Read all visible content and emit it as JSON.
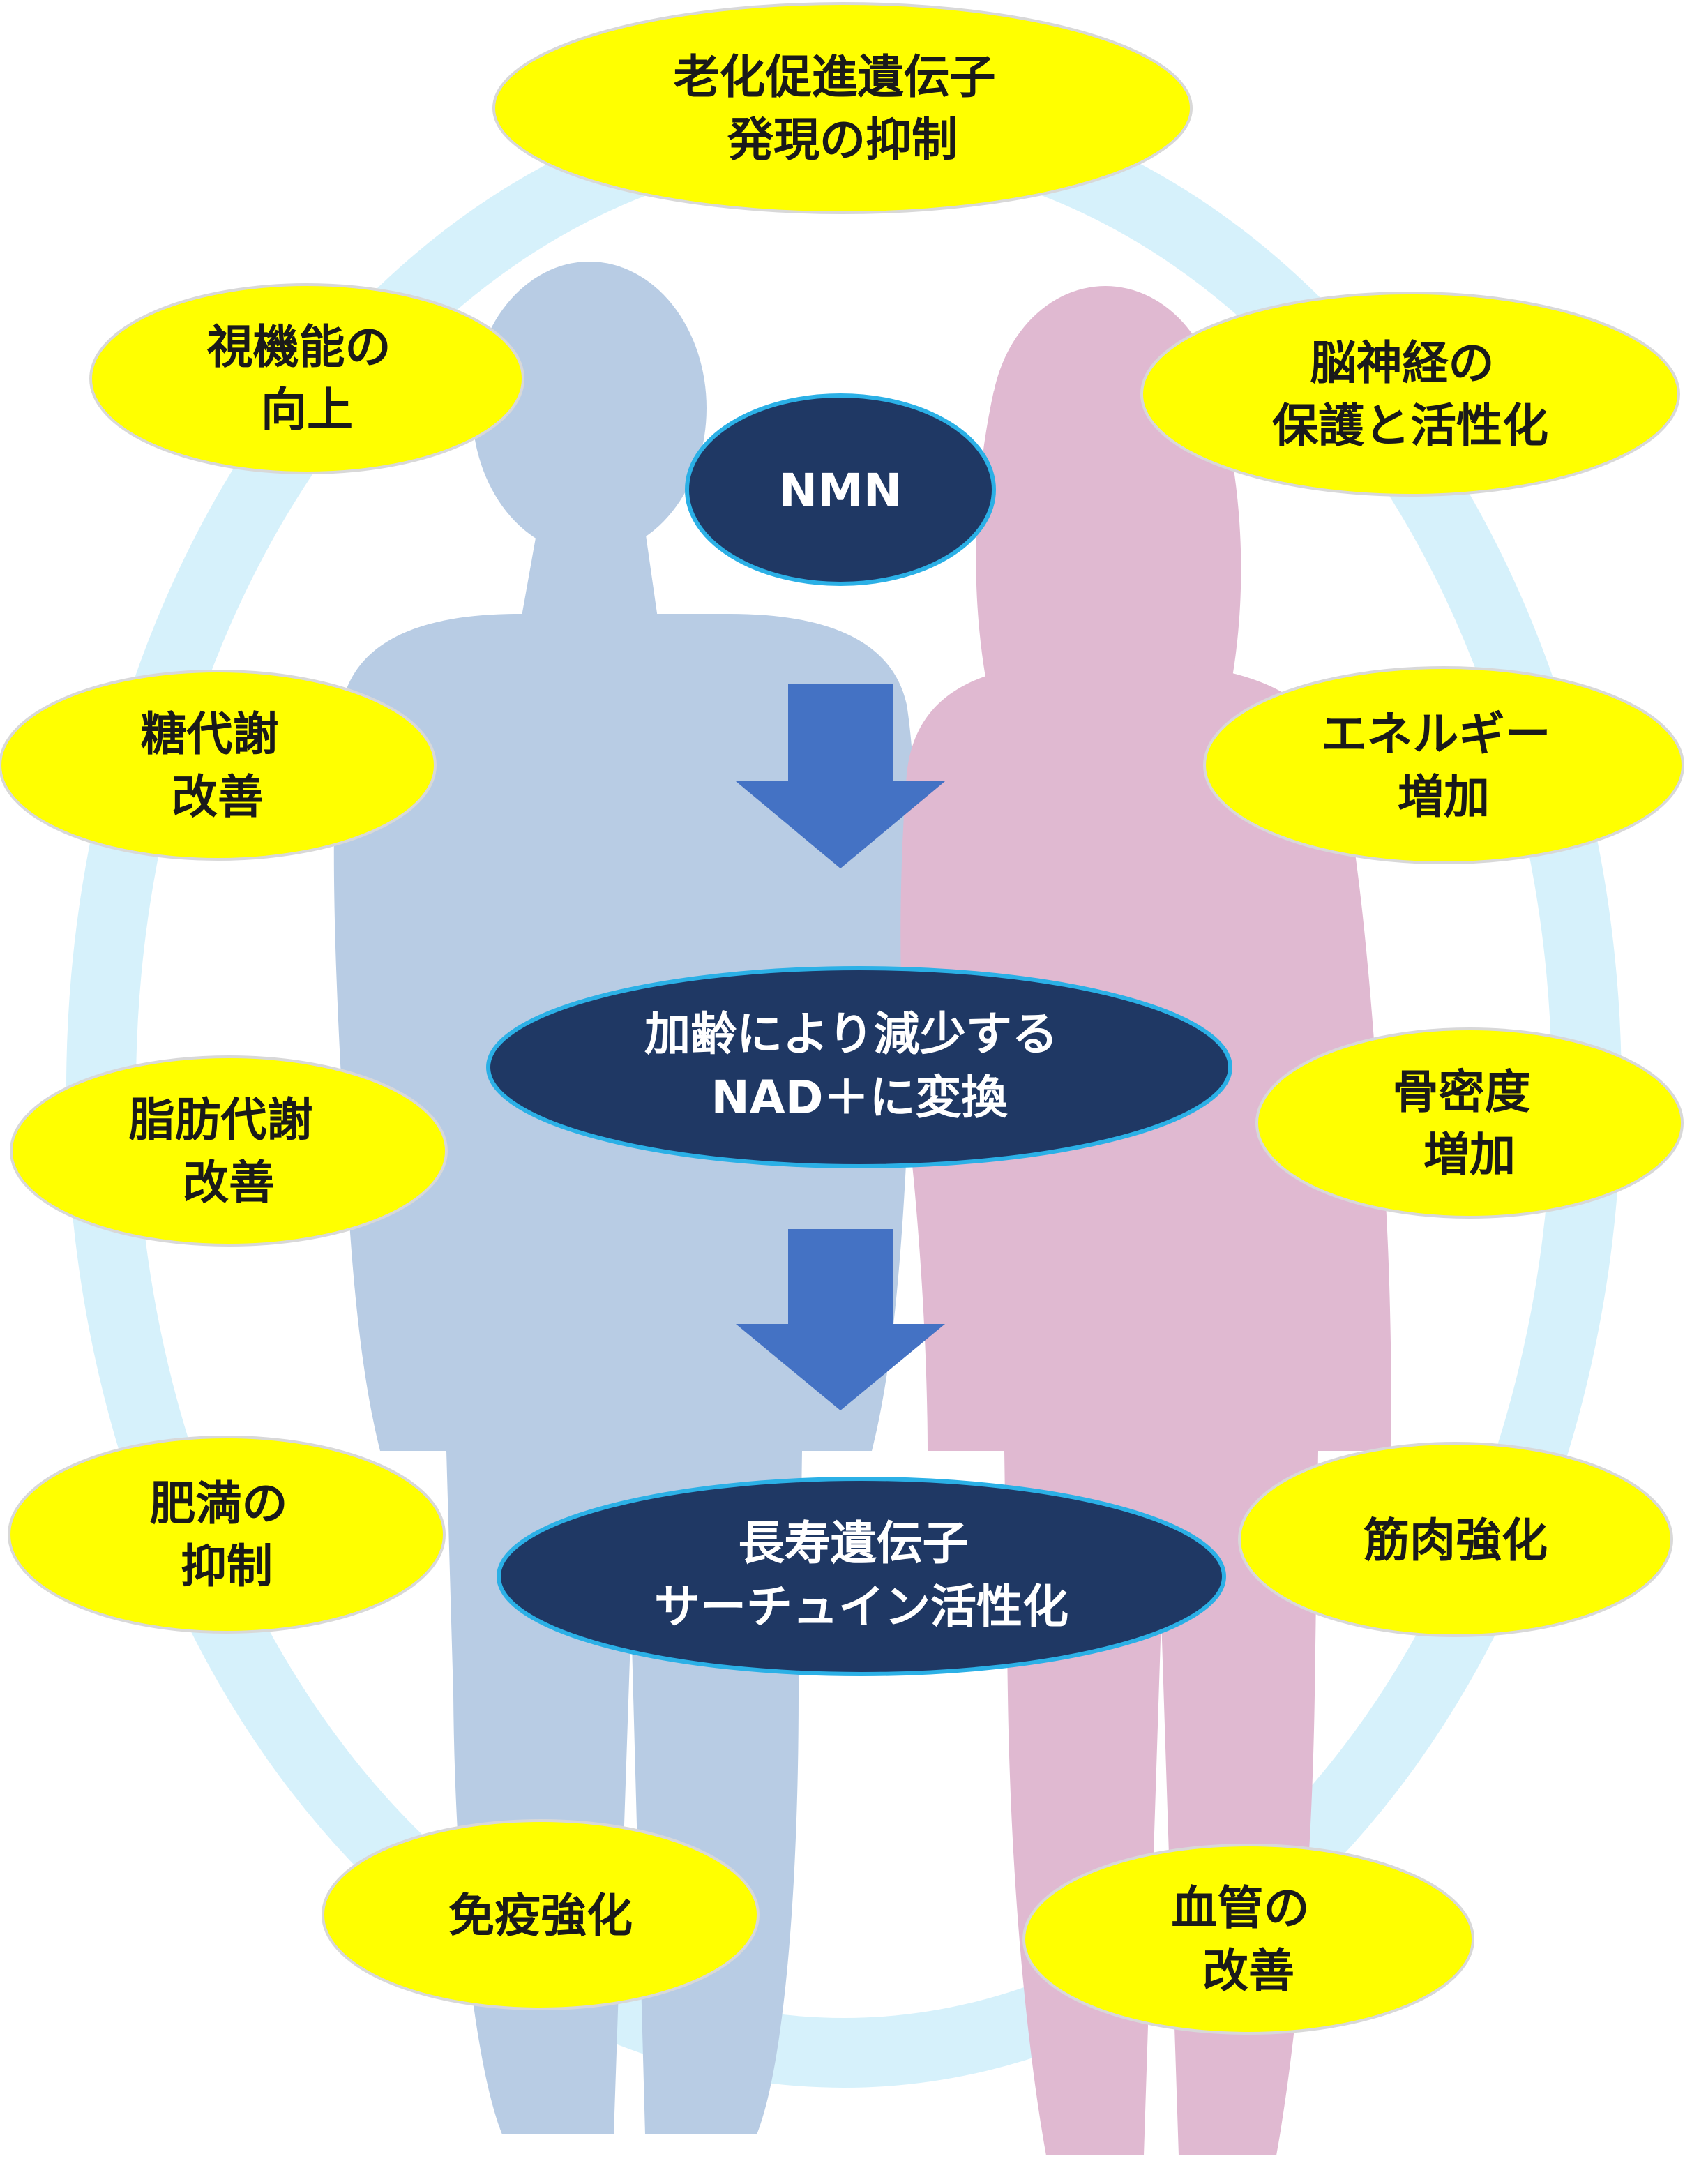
{
  "colors": {
    "ring": "#d6f1fb",
    "male_silhouette": "#b8cce4",
    "female_silhouette": "#e0b9d1",
    "benefit_fill": "#ffff00",
    "benefit_stroke": "#d8d8d8",
    "process_fill": "#1f3864",
    "process_stroke": "#2bb0e6",
    "arrow": "#4472c4"
  },
  "benefits": {
    "top": [
      "老化促進遺伝子",
      "発現の抑制"
    ],
    "vision": [
      "視機能の",
      "向上"
    ],
    "brain": [
      "脳神経の",
      "保護と活性化"
    ],
    "glucose": [
      "糖代謝",
      "改善"
    ],
    "energy": [
      "エネルギー",
      "増加"
    ],
    "lipid": [
      "脂肪代謝",
      "改善"
    ],
    "bone": [
      "骨密度",
      "増加"
    ],
    "obesity": [
      "肥満の",
      "抑制"
    ],
    "muscle": [
      "筋肉強化"
    ],
    "immune": [
      "免疫強化"
    ],
    "vessel": [
      "血管の",
      "改善"
    ]
  },
  "process": {
    "nmn": [
      "NMN"
    ],
    "nad": [
      "加齢により減少する",
      "NAD＋に変換"
    ],
    "sirtuin": [
      "長寿遺伝子",
      "サーチュイン活性化"
    ]
  }
}
